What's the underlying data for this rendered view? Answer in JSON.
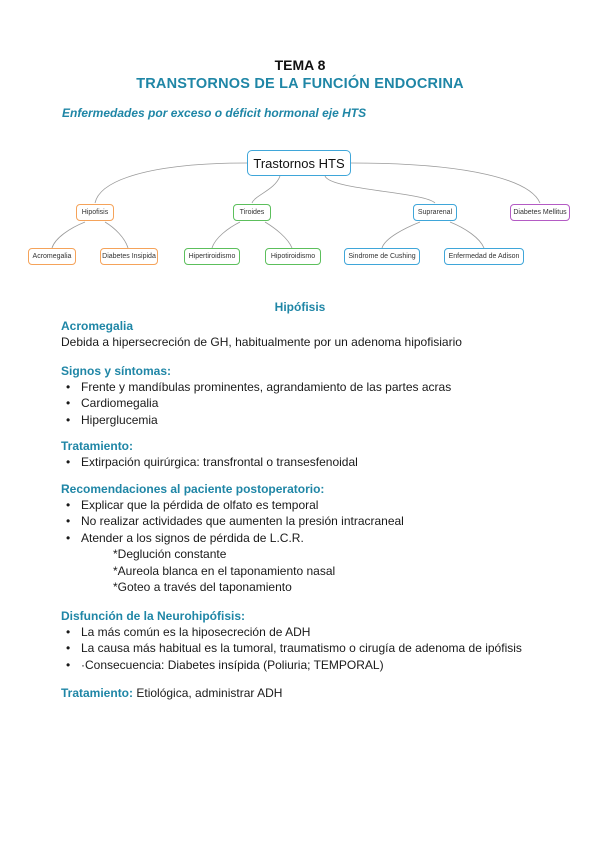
{
  "header": {
    "tema": "TEMA 8",
    "title": "TRANSTORNOS DE LA FUNCIÓN ENDOCRINA",
    "subtitle": "Enfermedades por exceso o déficit hormonal eje HTS"
  },
  "mindmap": {
    "root": "Trastornos HTS",
    "branches": [
      {
        "label": "Hipofisis",
        "color": "#f5a35a",
        "children": [
          "Acromegalia",
          "Diabetes Insipida"
        ]
      },
      {
        "label": "Tiroides",
        "color": "#5cbf5c",
        "children": [
          "Hipertiroidismo",
          "Hipotiroidismo"
        ]
      },
      {
        "label": "Suprarenal",
        "color": "#3fa6d9",
        "children": [
          "Sindrome de Cushing",
          "Enfermedad de Adison"
        ]
      },
      {
        "label": "Diabetes Mellitus",
        "color": "#b45bc4",
        "children": []
      }
    ]
  },
  "section_title": "Hipófisis",
  "acromegalia": {
    "heading": "Acromegalia",
    "text": "Debida a hipersecreción de GH, habitualmente por un adenoma hipofisiario"
  },
  "signos": {
    "heading": "Signos y síntomas:",
    "items": [
      "Frente y mandíbulas prominentes, agrandamiento de las partes acras",
      "Cardiomegalia",
      "Hiperglucemia"
    ]
  },
  "tratamiento1": {
    "heading": "Tratamiento:",
    "items": [
      "Extirpación quirúrgica: transfrontal o transesfenoidal"
    ]
  },
  "recomendaciones": {
    "heading": "Recomendaciones al paciente postoperatorio:",
    "items": [
      "Explicar que la pérdida de olfato es temporal",
      "No realizar actividades que aumenten la presión intracraneal",
      "Atender a los signos de pérdida de L.C.R."
    ],
    "subitems": [
      "*Deglución constante",
      "*Aureola blanca en el taponamiento nasal",
      "*Goteo a través del taponamiento"
    ]
  },
  "disfuncion": {
    "heading": "Disfunción de la Neurohipófisis:",
    "items": [
      "La más común es la hiposecreción de ADH",
      "La causa más habitual es la tumoral, traumatismo o cirugía de adenoma de ipófisis",
      "·Consecuencia: Diabetes insípida (Poliuria; TEMPORAL)"
    ]
  },
  "tratamiento2": {
    "heading": "Tratamiento:",
    "text": " Etiológica, administrar ADH"
  }
}
